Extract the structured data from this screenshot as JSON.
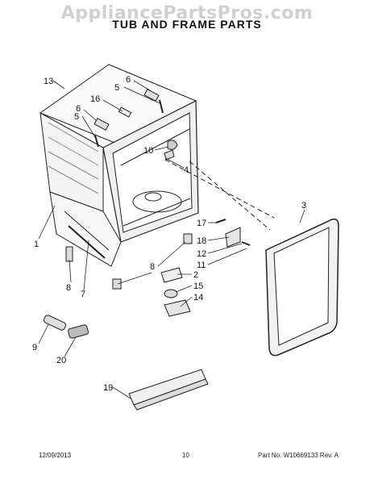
{
  "watermark": "AppliancePartsPros.com",
  "title": "TUB AND FRAME PARTS",
  "callouts": {
    "c13": "13",
    "c6a": "6",
    "c5a": "5",
    "c16": "16",
    "c6b": "6",
    "c5b": "5",
    "c10": "10",
    "c4": "4",
    "c3": "3",
    "c1": "1",
    "c17": "17",
    "c18": "18",
    "c12": "12",
    "c11": "11",
    "c8a": "8",
    "c8b": "8",
    "c7": "7",
    "c2": "2",
    "c15": "15",
    "c14": "14",
    "c9": "9",
    "c20": "20",
    "c19": "19"
  },
  "footer": {
    "date": "12/09/2013",
    "page": "10",
    "part": "Part No. W10669133  Rev. A"
  }
}
